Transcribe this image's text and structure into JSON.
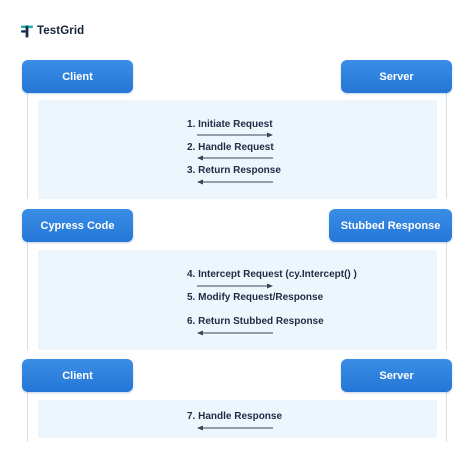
{
  "brand": {
    "name": "TestGrid"
  },
  "sections": [
    {
      "left_node": "Client",
      "right_node": "Server",
      "steps": [
        {
          "label": "1. Initiate Request",
          "direction": "right"
        },
        {
          "label": "2. Handle Request",
          "direction": "left"
        },
        {
          "label": "3. Return Response",
          "direction": "left"
        }
      ]
    },
    {
      "left_node": "Cypress Code",
      "right_node": "Stubbed Response",
      "steps": [
        {
          "label": "4. Intercept Request (cy.Intercept() )",
          "direction": "right"
        },
        {
          "label": "5. Modify Request/Response",
          "direction": "none"
        },
        {
          "label": "6. Return Stubbed Response",
          "direction": "left"
        }
      ]
    },
    {
      "left_node": "Client",
      "right_node": "Server",
      "steps": [
        {
          "label": "7. Handle Response",
          "direction": "left"
        }
      ]
    }
  ],
  "colors": {
    "node_blue": "#2e82de",
    "panel": "#eef6fd",
    "arrow": "#3a4459",
    "text": "#1f2a44"
  }
}
